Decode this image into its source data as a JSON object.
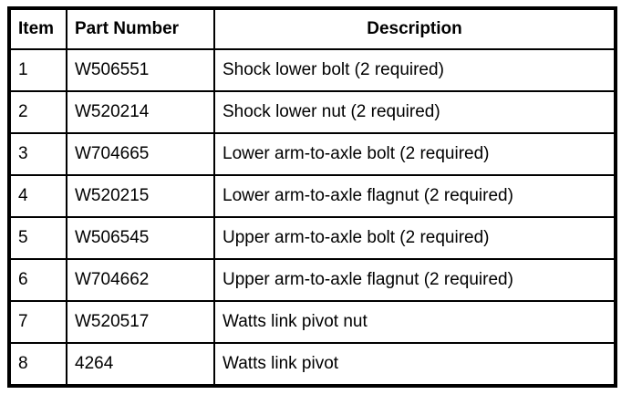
{
  "table": {
    "columns": [
      {
        "key": "item",
        "label": "Item",
        "align": "left"
      },
      {
        "key": "part_number",
        "label": "Part Number",
        "align": "left"
      },
      {
        "key": "description",
        "label": "Description",
        "align": "center"
      }
    ],
    "rows": [
      {
        "item": "1",
        "part_number": "W506551",
        "description": "Shock lower bolt (2 required)"
      },
      {
        "item": "2",
        "part_number": "W520214",
        "description": "Shock lower nut (2 required)"
      },
      {
        "item": "3",
        "part_number": "W704665",
        "description": "Lower arm-to-axle bolt (2 required)"
      },
      {
        "item": "4",
        "part_number": "W520215",
        "description": "Lower arm-to-axle flagnut (2 required)"
      },
      {
        "item": "5",
        "part_number": "W506545",
        "description": "Upper arm-to-axle bolt (2 required)"
      },
      {
        "item": "6",
        "part_number": "W704662",
        "description": "Upper arm-to-axle flagnut (2 required)"
      },
      {
        "item": "7",
        "part_number": "W520517",
        "description": "Watts link pivot nut"
      },
      {
        "item": "8",
        "part_number": "4264",
        "description": "Watts link pivot"
      }
    ]
  },
  "colors": {
    "background": "#ffffff",
    "border": "#000000",
    "text": "#000000"
  }
}
